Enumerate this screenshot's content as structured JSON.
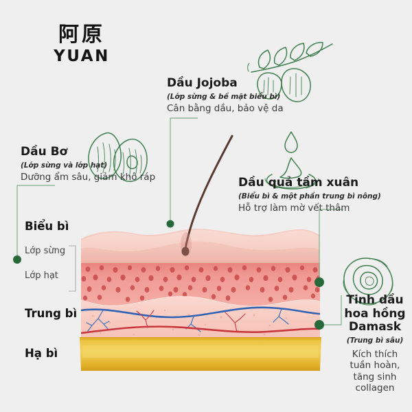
{
  "brand": {
    "logo_cn": "阿原",
    "logo_latin": "YUAN"
  },
  "callouts": [
    {
      "id": "jojoba",
      "title": "Dầu Jojoba",
      "subtitle": "(Lớp sừng & bề mặt biểu bì)",
      "description": "Cân bằng dầu, bảo vệ da",
      "icon": "jojoba-branch-icon",
      "dot_color": "#27693a"
    },
    {
      "id": "avocado",
      "title": "Dầu Bơ",
      "subtitle": "(Lớp sừng và lớp hạt)",
      "description": "Dưỡng ẩm sâu, giảm khô ráp",
      "icon": "avocado-halves-icon",
      "dot_color": "#27693a"
    },
    {
      "id": "rosehip",
      "title": "Dầu quả tầm xuân",
      "subtitle": "(Biểu bì & một phần trung bì nông)",
      "description": "Hỗ trợ làm mờ vết thâm",
      "icon": "droplet-ripple-icon",
      "dot_color": "#27693a"
    },
    {
      "id": "damask-rose",
      "title_line1": "Tinh dầu",
      "title_line2": "hoa hồng",
      "title_line3": "Damask",
      "subtitle": "(Trung bì sâu)",
      "description_line1": "Kích thích",
      "description_line2": "tuần hoàn,",
      "description_line3": "tăng sinh",
      "description_line4": "collagen",
      "icon": "rose-bloom-icon",
      "dot_color": "#27693a"
    }
  ],
  "skin_layers": {
    "epidermis": {
      "label": "Biểu bì",
      "sublayers": [
        {
          "label": "Lớp sừng"
        },
        {
          "label": "Lớp hạt"
        }
      ]
    },
    "dermis": {
      "label": "Trung bì"
    },
    "hypodermis": {
      "label": "Hạ bì"
    }
  },
  "colors": {
    "background": "#efefef",
    "accent_green": "#27693a",
    "leader_line": "#8fb79a",
    "botanical_stroke": "#3f7f4e",
    "epidermis_top": "#f3c3b8",
    "granular_layer": "#ef9a93",
    "dermis": "#f8ccc2",
    "hypodermis": "#e8b828",
    "vein_blue": "#2f62b5",
    "vein_red": "#c9353f",
    "hair": "#5a3a2e"
  }
}
